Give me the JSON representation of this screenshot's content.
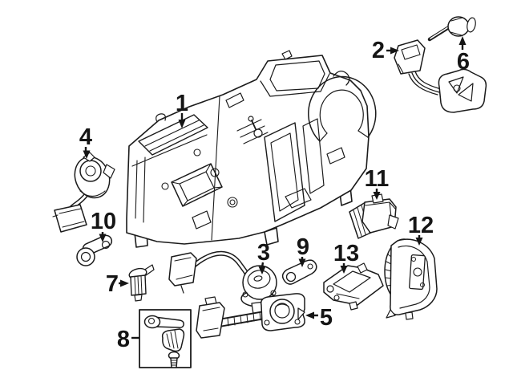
{
  "diagram": {
    "background_color": "#ffffff",
    "line_color": "#1b1b1b",
    "callouts": [
      {
        "label": "1",
        "arrow_direction": "down"
      },
      {
        "label": "2",
        "arrow_direction": "right"
      },
      {
        "label": "3",
        "arrow_direction": "down"
      },
      {
        "label": "4",
        "arrow_direction": "down"
      },
      {
        "label": "5",
        "arrow_direction": "left"
      },
      {
        "label": "6",
        "arrow_direction": "up"
      },
      {
        "label": "7",
        "arrow_direction": "right"
      },
      {
        "label": "8",
        "arrow_direction": "line"
      },
      {
        "label": "9",
        "arrow_direction": "down"
      },
      {
        "label": "10",
        "arrow_direction": "down"
      },
      {
        "label": "11",
        "arrow_direction": "down"
      },
      {
        "label": "12",
        "arrow_direction": "down"
      },
      {
        "label": "13",
        "arrow_direction": "down"
      }
    ]
  }
}
